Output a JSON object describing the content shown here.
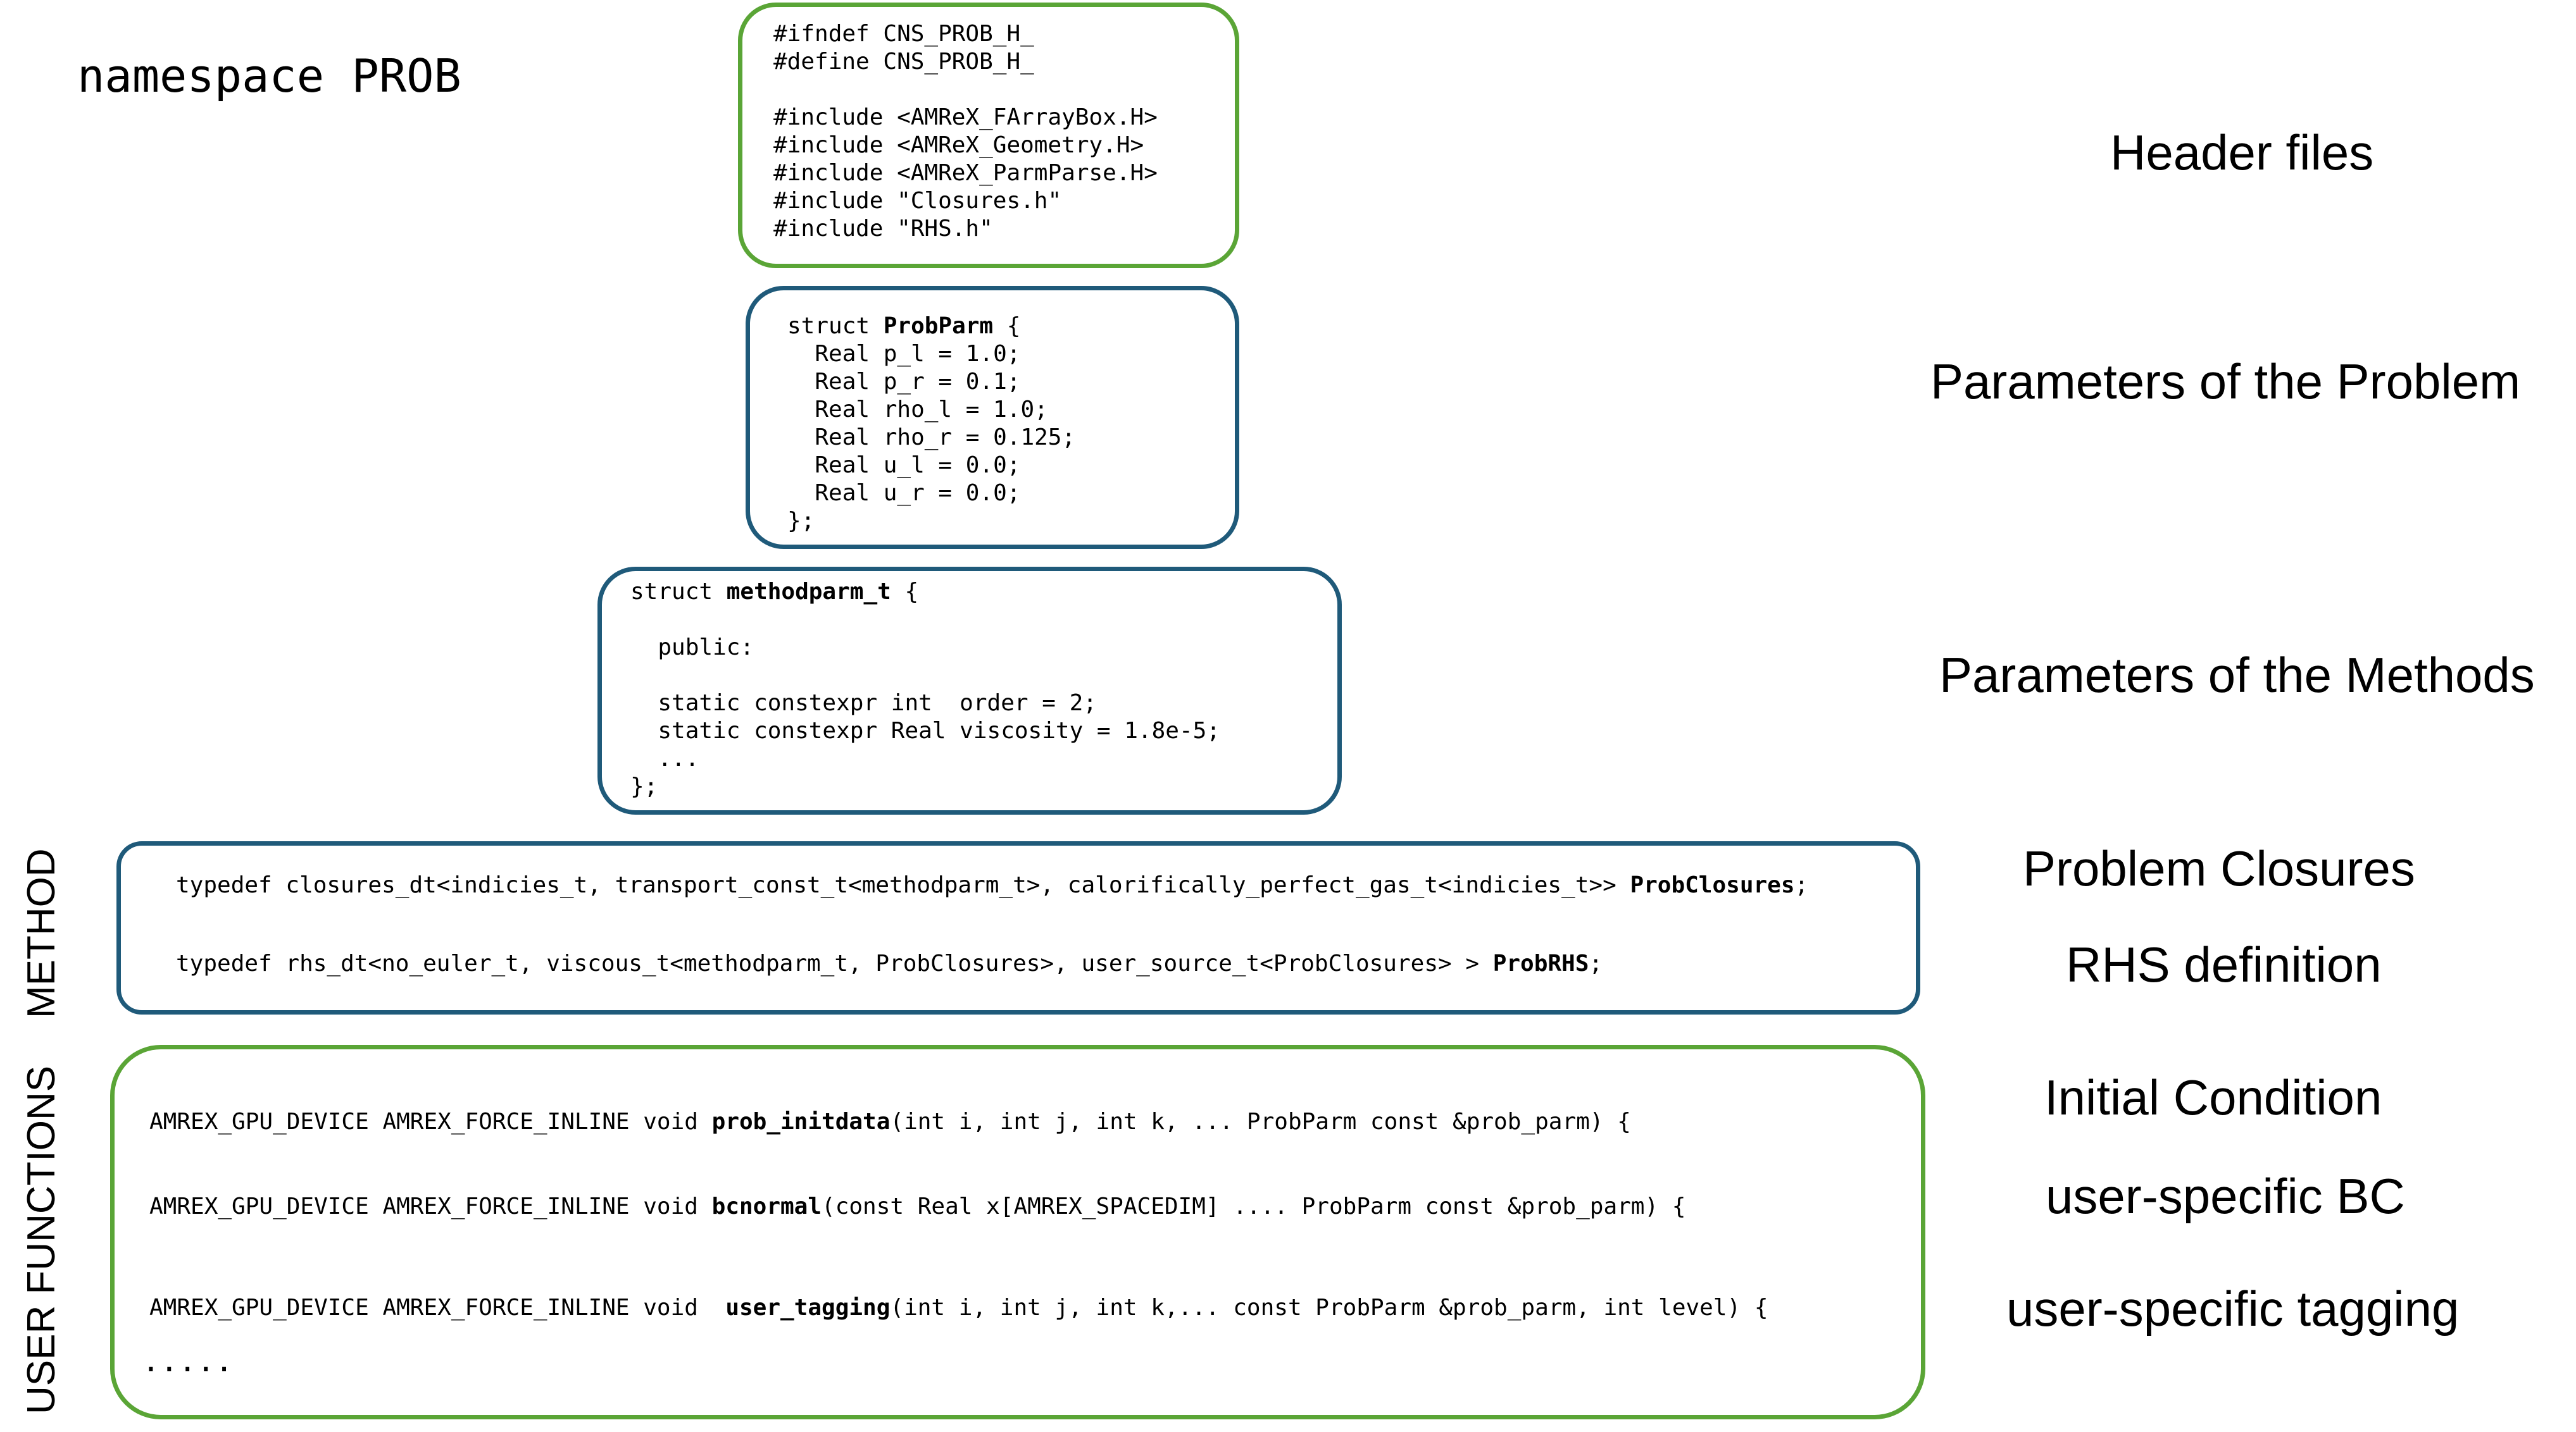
{
  "colors": {
    "green": "#5aa536",
    "blue": "#1f5a7a"
  },
  "namespace_title": "namespace PROB",
  "side_labels": {
    "method": "METHOD",
    "user_functions": "USER FUNCTIONS"
  },
  "header_box": {
    "lines": [
      "#ifndef CNS_PROB_H_",
      "#define CNS_PROB_H_",
      "",
      "#include <AMReX_FArrayBox.H>",
      "#include <AMReX_Geometry.H>",
      "#include <AMReX_ParmParse.H>",
      "#include \"Closures.h\"",
      "#include \"RHS.h\""
    ]
  },
  "probparm_box": {
    "line0_pre": "struct ",
    "line0_bold": "ProbParm",
    "line0_post": " {",
    "lines": [
      "  Real p_l = 1.0;",
      "  Real p_r = 0.1;",
      "  Real rho_l = 1.0;",
      "  Real rho_r = 0.125;",
      "  Real u_l = 0.0;",
      "  Real u_r = 0.0;",
      "};"
    ]
  },
  "methodparm_box": {
    "line0_pre": "struct ",
    "line0_bold": "methodparm_t",
    "line0_post": " {",
    "lines": [
      "",
      "  public:",
      "",
      "  static constexpr int  order = 2;",
      "  static constexpr Real viscosity = 1.8e-5;",
      "  ...",
      "};"
    ]
  },
  "method_box": {
    "closures_pre": "typedef closures_dt<indicies_t, transport_const_t<methodparm_t>, calorifically_perfect_gas_t<indicies_t>> ",
    "closures_bold": "ProbClosures",
    "closures_post": ";",
    "rhs_pre": "typedef rhs_dt<no_euler_t, viscous_t<methodparm_t, ProbClosures>, user_source_t<ProbClosures> > ",
    "rhs_bold": "ProbRHS",
    "rhs_post": ";"
  },
  "user_box": {
    "init_pre": "AMREX_GPU_DEVICE AMREX_FORCE_INLINE void ",
    "init_bold": "prob_initdata",
    "init_post": "(int i, int j, int k, ... ProbParm const &prob_parm) {",
    "bc_pre": "AMREX_GPU_DEVICE AMREX_FORCE_INLINE void ",
    "bc_bold": "bcnormal",
    "bc_post": "(const Real x[AMREX_SPACEDIM] .... ProbParm const &prob_parm) {",
    "tag_pre": "AMREX_GPU_DEVICE AMREX_FORCE_INLINE void  ",
    "tag_bold": "user_tagging",
    "tag_post": "(int i, int j, int k,... const ProbParm &prob_parm, int level) {",
    "ellipsis": "....."
  },
  "right_labels": {
    "header_files": "Header files",
    "problem_params": "Parameters of the Problem",
    "method_params": "Parameters of the Methods",
    "closures": "Problem Closures",
    "rhs": "RHS definition",
    "initial_condition": "Initial Condition",
    "user_bc": "user-specific BC",
    "user_tagging": "user-specific tagging"
  }
}
